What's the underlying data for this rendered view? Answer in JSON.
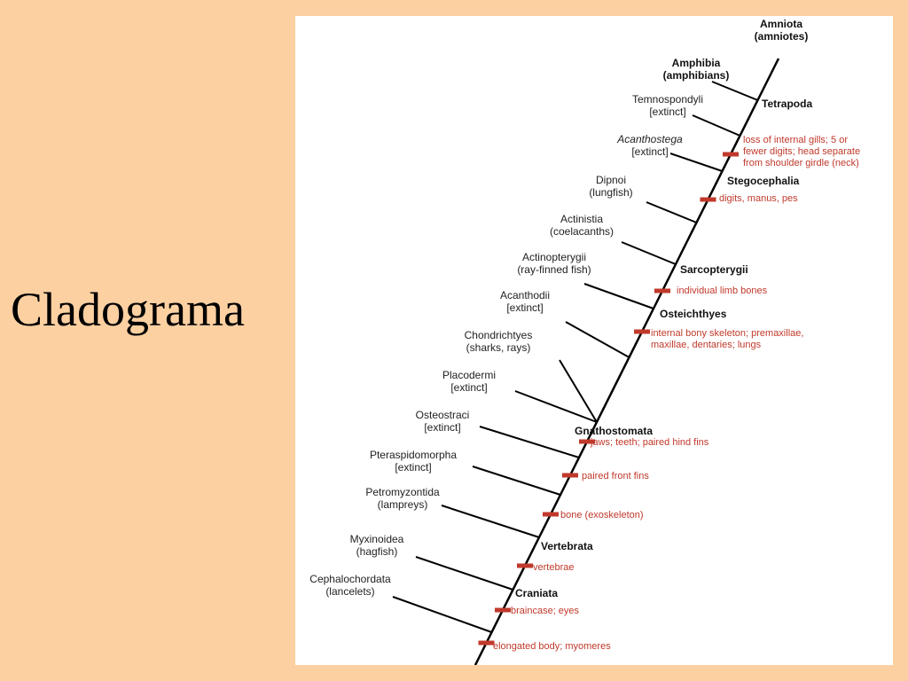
{
  "slide": {
    "title": "Cladograma"
  },
  "colors": {
    "background": "#fdd0a2",
    "panel": "#ffffff",
    "line": "#000000",
    "trait": "#c0392b"
  },
  "taxa": [
    {
      "id": "amniota",
      "lines": [
        "Amniota",
        "(amniotes)"
      ],
      "bold": true
    },
    {
      "id": "amphibia",
      "lines": [
        "Amphibia",
        "(amphibians)"
      ],
      "bold": true
    },
    {
      "id": "temnospondyli",
      "lines": [
        "Temnospondyli",
        "[extinct]"
      ]
    },
    {
      "id": "acanthostega",
      "lines": [
        "Acanthostega",
        "[extinct]"
      ],
      "italic_first": true
    },
    {
      "id": "dipnoi",
      "lines": [
        "Dipnoi",
        "(lungfish)"
      ]
    },
    {
      "id": "actinistia",
      "lines": [
        "Actinistia",
        "(coelacanths)"
      ]
    },
    {
      "id": "actinopterygii",
      "lines": [
        "Actinopterygii",
        "(ray-finned fish)"
      ]
    },
    {
      "id": "acanthodii",
      "lines": [
        "Acanthodii",
        "[extinct]"
      ]
    },
    {
      "id": "chondrichthyes",
      "lines": [
        "Chondrichtyes",
        "(sharks, rays)"
      ]
    },
    {
      "id": "placodermi",
      "lines": [
        "Placodermi",
        "[extinct]"
      ]
    },
    {
      "id": "osteostraci",
      "lines": [
        "Osteostraci",
        "[extinct]"
      ]
    },
    {
      "id": "pteraspidomorpha",
      "lines": [
        "Pteraspidomorpha",
        "[extinct]"
      ]
    },
    {
      "id": "petromyzontida",
      "lines": [
        "Petromyzontida",
        "(lampreys)"
      ]
    },
    {
      "id": "myxinoidea",
      "lines": [
        "Myxinoidea",
        "(hagfish)"
      ]
    },
    {
      "id": "cephalochordata",
      "lines": [
        "Cephalochordata",
        "(lancelets)"
      ]
    }
  ],
  "clades": [
    {
      "id": "tetrapoda",
      "label": "Tetrapoda"
    },
    {
      "id": "stegocephalia",
      "label": "Stegocephalia"
    },
    {
      "id": "sarcopterygii",
      "label": "Sarcopterygii"
    },
    {
      "id": "osteichthyes",
      "label": "Osteichthyes"
    },
    {
      "id": "gnathostomata",
      "label": "Gnathostomata"
    },
    {
      "id": "vertebrata",
      "label": "Vertebrata"
    },
    {
      "id": "craniata",
      "label": "Craniata"
    }
  ],
  "traits": [
    {
      "id": "gills",
      "lines": [
        "loss of internal gills; 5 or",
        "fewer digits; head separate",
        "from shoulder girdle (neck)"
      ]
    },
    {
      "id": "digits",
      "lines": [
        "digits, manus, pes"
      ]
    },
    {
      "id": "limb-bones",
      "lines": [
        "individual limb bones"
      ]
    },
    {
      "id": "bony-skeleton",
      "lines": [
        "internal bony skeleton; premaxillae,",
        "maxillae, dentaries; lungs"
      ]
    },
    {
      "id": "jaws",
      "lines": [
        "jaws; teeth; paired hind fins"
      ]
    },
    {
      "id": "front-fins",
      "lines": [
        "paired front fins"
      ]
    },
    {
      "id": "bone",
      "lines": [
        "bone (exoskeleton)"
      ]
    },
    {
      "id": "vertebrae",
      "lines": [
        "vertebrae"
      ]
    },
    {
      "id": "braincase",
      "lines": [
        "braincase; eyes"
      ]
    },
    {
      "id": "body",
      "lines": [
        "elongated body; myomeres"
      ]
    }
  ]
}
